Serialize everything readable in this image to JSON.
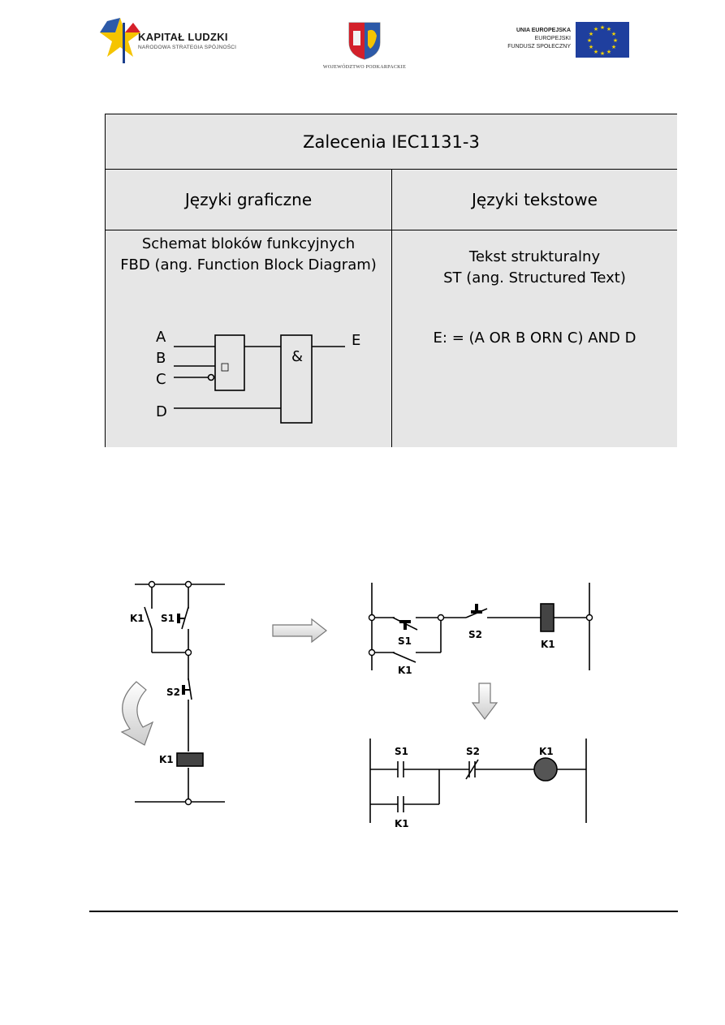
{
  "header": {
    "kapital_title": "KAPITAŁ LUDZKI",
    "kapital_subtitle": "NARODOWA STRATEGIA SPÓJNOŚCI",
    "wojewodztwo": "WOJEWÓDZTWO PODKARPACKIE",
    "ue_line1": "UNIA EUROPEJSKA",
    "ue_line2": "EUROPEJSKI",
    "ue_line3": "FUNDUSZ SPOŁECZNY"
  },
  "iec_table": {
    "title": "Zalecenia  IEC1131-3",
    "graphic_header": "Języki graficzne",
    "text_header": "Języki tekstowe",
    "fbd_line1": "Schemat bloków funkcyjnych",
    "fbd_line2": "FBD (ang. Function Block Diagram)",
    "st_line1": "Tekst strukturalny",
    "st_line2": "ST (ang. Structured Text)",
    "st_expression": "E: = (A OR B ORN C) AND D",
    "fbd_labels": {
      "a": "A",
      "b": "B",
      "c": "C",
      "d": "D",
      "e": "E",
      "and": "&"
    }
  },
  "circuit": {
    "k1": "K1",
    "s1": "S1",
    "s2": "S2"
  },
  "colors": {
    "cell_bg": "#e6e6e6",
    "coil_fill": "#555555",
    "arrow_fill": "#e8e8e8"
  }
}
